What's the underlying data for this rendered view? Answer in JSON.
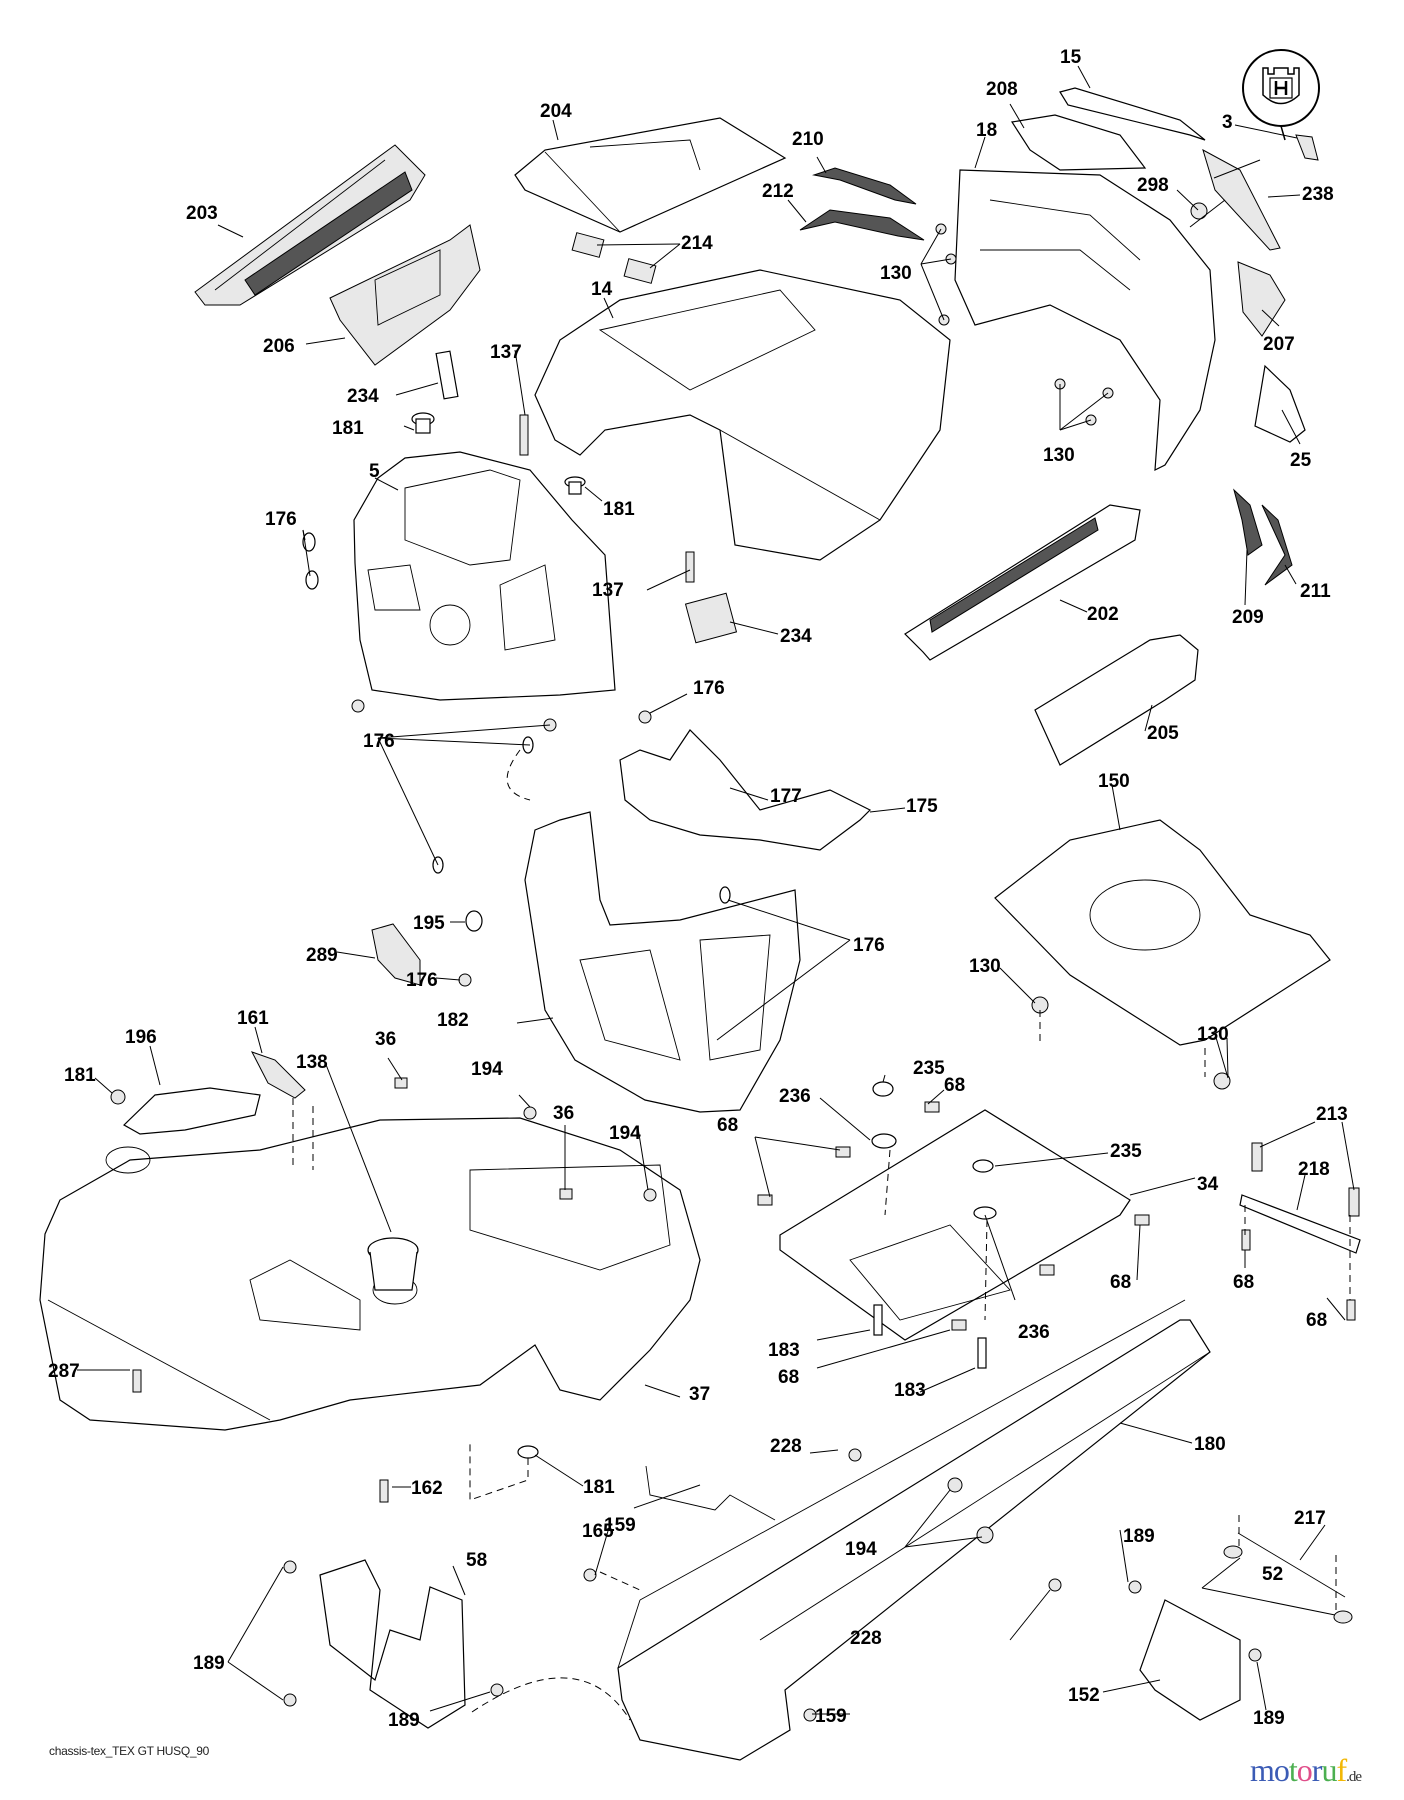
{
  "diagram": {
    "title_code": "chassis-tex_TEX GT HUSQ_90",
    "watermark": {
      "letters": [
        {
          "char": "m",
          "color": "#3b5bb5"
        },
        {
          "char": "o",
          "color": "#3b5bb5"
        },
        {
          "char": "t",
          "color": "#4caf50"
        },
        {
          "char": "o",
          "color": "#e04e8a"
        },
        {
          "char": "r",
          "color": "#3b5bb5"
        },
        {
          "char": "u",
          "color": "#4caf50"
        },
        {
          "char": "f",
          "color": "#f2b705"
        }
      ],
      "tld": ".de"
    },
    "logo_callout": {
      "icon": "husqvarna-crown-h-logo",
      "glyph": "H"
    },
    "labels": [
      {
        "id": "l-15",
        "text": "15"
      },
      {
        "id": "l-3",
        "text": "3"
      },
      {
        "id": "l-208",
        "text": "208"
      },
      {
        "id": "l-204",
        "text": "204"
      },
      {
        "id": "l-210",
        "text": "210"
      },
      {
        "id": "l-18",
        "text": "18"
      },
      {
        "id": "l-238",
        "text": "238"
      },
      {
        "id": "l-212",
        "text": "212"
      },
      {
        "id": "l-298",
        "text": "298"
      },
      {
        "id": "l-203",
        "text": "203"
      },
      {
        "id": "l-214",
        "text": "214"
      },
      {
        "id": "l-130a",
        "text": "130"
      },
      {
        "id": "l-14",
        "text": "14"
      },
      {
        "id": "l-206",
        "text": "206"
      },
      {
        "id": "l-207",
        "text": "207"
      },
      {
        "id": "l-137a",
        "text": "137"
      },
      {
        "id": "l-234a",
        "text": "234"
      },
      {
        "id": "l-181a",
        "text": "181"
      },
      {
        "id": "l-130b",
        "text": "130"
      },
      {
        "id": "l-25",
        "text": "25"
      },
      {
        "id": "l-5",
        "text": "5"
      },
      {
        "id": "l-181b",
        "text": "181"
      },
      {
        "id": "l-176a",
        "text": "176"
      },
      {
        "id": "l-137b",
        "text": "137"
      },
      {
        "id": "l-202",
        "text": "202"
      },
      {
        "id": "l-209",
        "text": "209"
      },
      {
        "id": "l-211",
        "text": "211"
      },
      {
        "id": "l-234b",
        "text": "234"
      },
      {
        "id": "l-176b",
        "text": "176"
      },
      {
        "id": "l-205",
        "text": "205"
      },
      {
        "id": "l-176c",
        "text": "176"
      },
      {
        "id": "l-177",
        "text": "177"
      },
      {
        "id": "l-150",
        "text": "150"
      },
      {
        "id": "l-175",
        "text": "175"
      },
      {
        "id": "l-195",
        "text": "195"
      },
      {
        "id": "l-176d",
        "text": "176"
      },
      {
        "id": "l-289",
        "text": "289"
      },
      {
        "id": "l-176e",
        "text": "176"
      },
      {
        "id": "l-130c",
        "text": "130"
      },
      {
        "id": "l-182",
        "text": "182"
      },
      {
        "id": "l-161",
        "text": "161"
      },
      {
        "id": "l-196",
        "text": "196"
      },
      {
        "id": "l-36a",
        "text": "36"
      },
      {
        "id": "l-138",
        "text": "138"
      },
      {
        "id": "l-130d",
        "text": "130"
      },
      {
        "id": "l-181c",
        "text": "181"
      },
      {
        "id": "l-194a",
        "text": "194"
      },
      {
        "id": "l-235a",
        "text": "235"
      },
      {
        "id": "l-36b",
        "text": "36"
      },
      {
        "id": "l-194b",
        "text": "194"
      },
      {
        "id": "l-236a",
        "text": "236"
      },
      {
        "id": "l-68a",
        "text": "68"
      },
      {
        "id": "l-68b",
        "text": "68"
      },
      {
        "id": "l-213",
        "text": "213"
      },
      {
        "id": "l-235b",
        "text": "235"
      },
      {
        "id": "l-218",
        "text": "218"
      },
      {
        "id": "l-34",
        "text": "34"
      },
      {
        "id": "l-68c",
        "text": "68"
      },
      {
        "id": "l-68d",
        "text": "68"
      },
      {
        "id": "l-236b",
        "text": "236"
      },
      {
        "id": "l-68e",
        "text": "68"
      },
      {
        "id": "l-183a",
        "text": "183"
      },
      {
        "id": "l-68f",
        "text": "68"
      },
      {
        "id": "l-287",
        "text": "287"
      },
      {
        "id": "l-183b",
        "text": "183"
      },
      {
        "id": "l-37",
        "text": "37"
      },
      {
        "id": "l-228a",
        "text": "228"
      },
      {
        "id": "l-180",
        "text": "180"
      },
      {
        "id": "l-162",
        "text": "162"
      },
      {
        "id": "l-181d",
        "text": "181"
      },
      {
        "id": "l-217",
        "text": "217"
      },
      {
        "id": "l-165",
        "text": "165"
      },
      {
        "id": "l-58",
        "text": "58"
      },
      {
        "id": "l-194c",
        "text": "194"
      },
      {
        "id": "l-189a",
        "text": "189"
      },
      {
        "id": "l-159a",
        "text": "159"
      },
      {
        "id": "l-52",
        "text": "52"
      },
      {
        "id": "l-228b",
        "text": "228"
      },
      {
        "id": "l-189b",
        "text": "189"
      },
      {
        "id": "l-152",
        "text": "152"
      },
      {
        "id": "l-189c",
        "text": "189"
      },
      {
        "id": "l-159b",
        "text": "159"
      },
      {
        "id": "l-189d",
        "text": "189"
      }
    ]
  }
}
